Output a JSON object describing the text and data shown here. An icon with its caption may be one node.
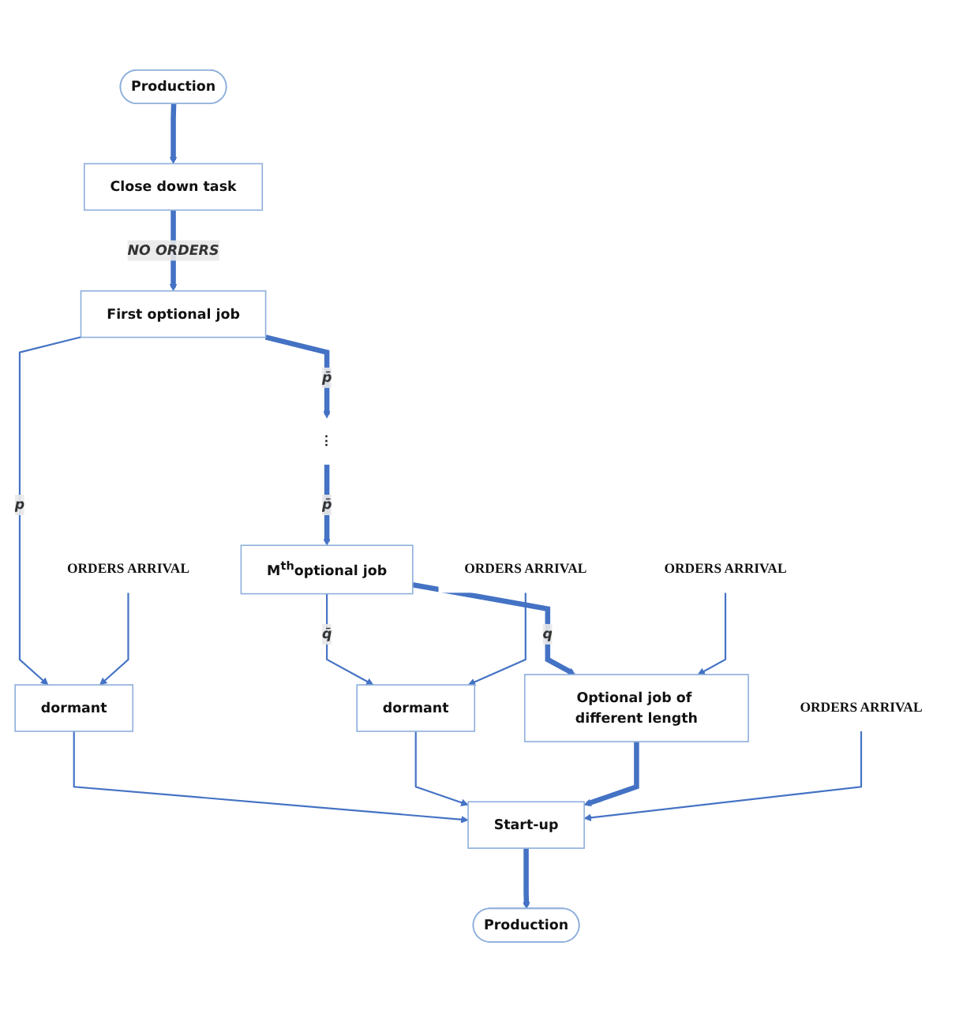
{
  "diagram": {
    "nodes": [
      {
        "text": [
          "Production"
        ]
      },
      {
        "text": [
          "Close down task"
        ]
      },
      {
        "text": [
          "ORDERS ARRIVAL"
        ]
      },
      {
        "text": [
          "First optional job"
        ]
      },
      {
        "text": [
          "dormant"
        ]
      },
      {
        "text": [
          "⋮"
        ]
      },
      {
        "text": [
          "ORDERS ARRIVAL"
        ]
      },
      {
        "text": [
          "M$^{th}$optional job"
        ]
      },
      {
        "text": [
          "dormant"
        ]
      },
      {
        "text": [
          "Optional job of different length"
        ]
      },
      {
        "text": [
          "ORDERS ARRIVAL"
        ]
      },
      {
        "text": [
          "Start-up"
        ]
      },
      {
        "text": [
          "ORDERS ARRIVAL"
        ]
      },
      {
        "text": [
          "Production"
        ]
      }
    ],
    "edges": [
      {
        "from": 0,
        "to": 1,
        "arrow": "to",
        "style": "thick"
      },
      {
        "from": 1,
        "to": 3,
        "arrow": "to",
        "label": "NO ORDERS",
        "style": "thick"
      },
      {
        "from": 3,
        "to": 4,
        "arrow": "to",
        "label": "p"
      },
      {
        "from": 2,
        "to": 4,
        "arrow": "to"
      },
      {
        "from": 4,
        "to": 11,
        "arrow": "to"
      },
      {
        "from": 3,
        "to": 5,
        "arrow": "to",
        "label": "p̄",
        "style": "thick"
      },
      {
        "from": 5,
        "to": 7,
        "arrow": "to",
        "label": "p̄",
        "style": "thick"
      },
      {
        "from": 7,
        "to": 8,
        "arrow": "to",
        "label": "q̄"
      },
      {
        "from": 6,
        "to": 8,
        "arrow": "to"
      },
      {
        "from": 8,
        "to": 11,
        "arrow": "to"
      },
      {
        "from": 7,
        "to": 9,
        "arrow": "to",
        "label": "q",
        "style": "thick"
      },
      {
        "from": 10,
        "to": 9,
        "arrow": "to"
      },
      {
        "from": 9,
        "to": 11,
        "arrow": "to",
        "style": "thick"
      },
      {
        "from": 12,
        "to": 11,
        "arrow": "to"
      },
      {
        "from": 11,
        "to": 13,
        "arrow": "to",
        "style": "thick"
      }
    ]
  }
}
